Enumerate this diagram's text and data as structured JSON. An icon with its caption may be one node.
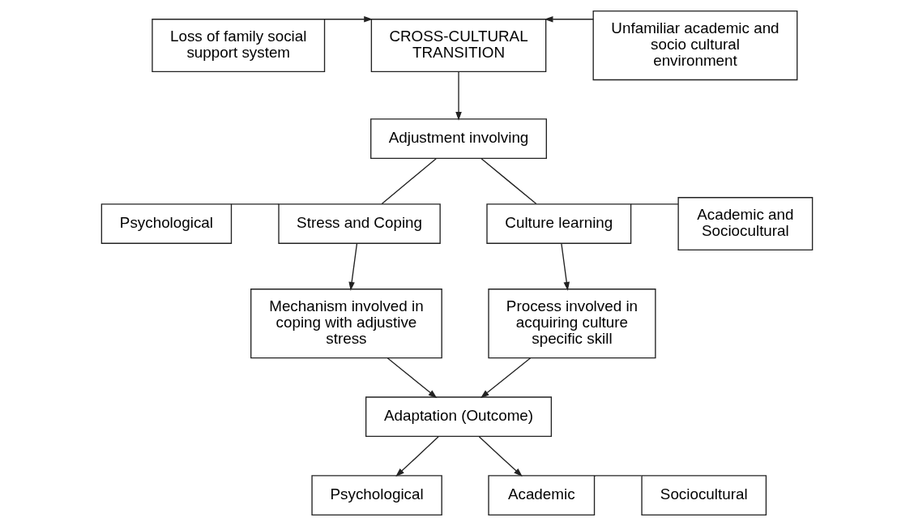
{
  "diagram": {
    "nodes": [
      {
        "text": [
          "Loss of family social support system"
        ]
      },
      {
        "text": [
          "CROSS-CULTURAL TRANSITION"
        ]
      },
      {
        "text": [
          "Unfamiliar academic and socio cultural environment"
        ]
      },
      {
        "text": [
          "Adjustment involving"
        ]
      },
      {
        "text": [
          "Psychological"
        ]
      },
      {
        "text": [
          "Stress and Coping"
        ]
      },
      {
        "text": [
          "Culture learning"
        ]
      },
      {
        "text": [
          "Academic and Sociocultural"
        ]
      },
      {
        "text": [
          "Mechanism involved in coping with adjustive stress"
        ]
      },
      {
        "text": [
          "Process involved in acquiring culture specific skill"
        ]
      },
      {
        "text": [
          "Adaptation (Outcome)"
        ]
      },
      {
        "text": [
          "Psychological"
        ]
      },
      {
        "text": [
          "Academic"
        ]
      },
      {
        "text": [
          "Sociocultural"
        ]
      }
    ],
    "edges": [
      {
        "from": 0,
        "to": 1,
        "arrow": "to"
      },
      {
        "from": 2,
        "to": 1,
        "arrow": "to"
      },
      {
        "from": 1,
        "to": 3,
        "arrow": "to"
      },
      {
        "from": 3,
        "to": 5,
        "arrow": "none"
      },
      {
        "from": 3,
        "to": 6,
        "arrow": "none"
      },
      {
        "from": 4,
        "to": 5,
        "arrow": "none"
      },
      {
        "from": 6,
        "to": 7,
        "arrow": "none"
      },
      {
        "from": 5,
        "to": 8,
        "arrow": "to"
      },
      {
        "from": 6,
        "to": 9,
        "arrow": "to"
      },
      {
        "from": 8,
        "to": 10,
        "arrow": "to"
      },
      {
        "from": 9,
        "to": 10,
        "arrow": "to"
      },
      {
        "from": 10,
        "to": 11,
        "arrow": "to"
      },
      {
        "from": 10,
        "to": 12,
        "arrow": "to"
      },
      {
        "from": 12,
        "to": 13,
        "arrow": "none"
      }
    ]
  }
}
